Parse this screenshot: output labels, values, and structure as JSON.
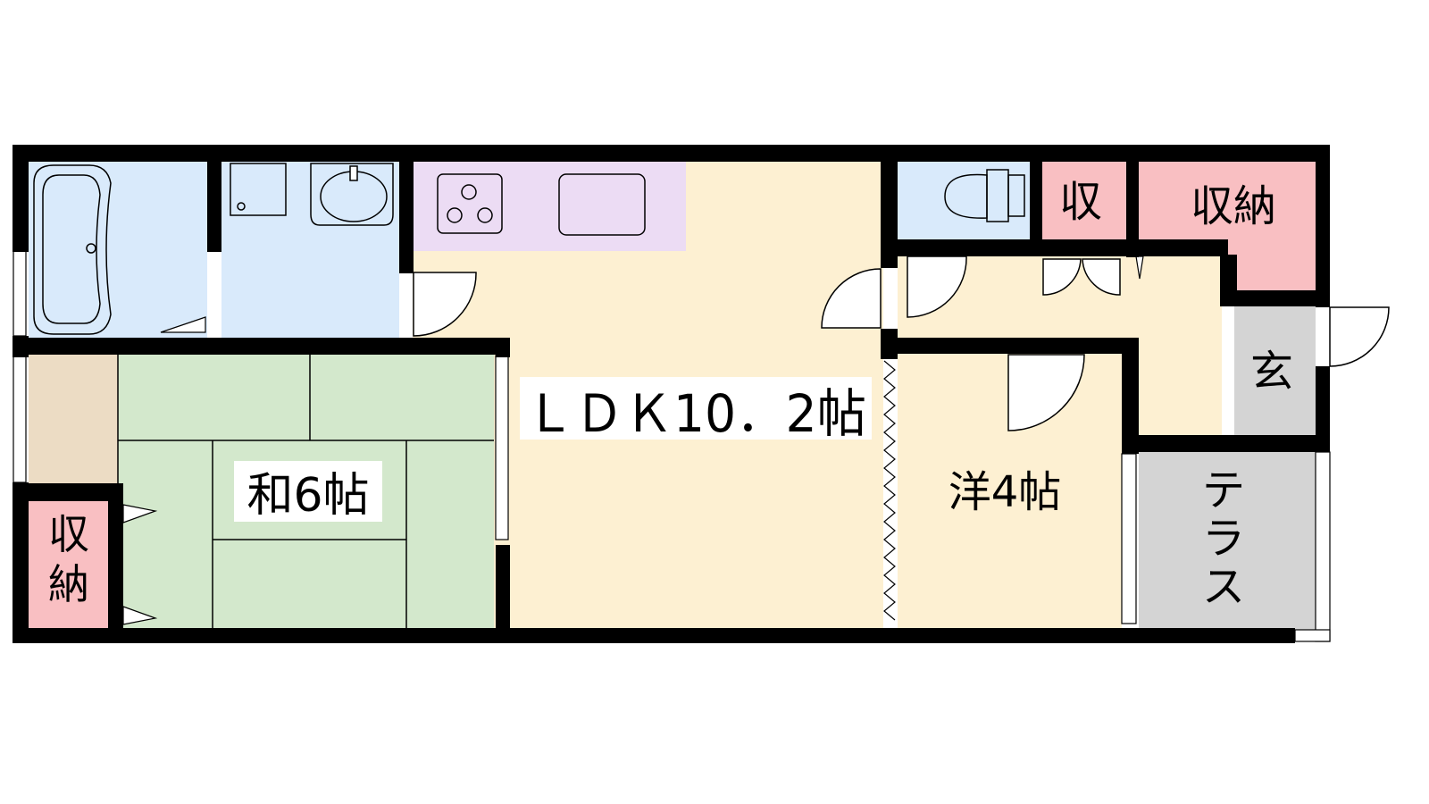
{
  "rooms": {
    "ldk": "ＬＤＫ10．2帖",
    "washitsu": "和6帖",
    "yoshitsu": "洋4帖",
    "storage_left_1": "収",
    "storage_left_2": "納",
    "storage_small": "収",
    "storage_top": "収納",
    "entrance": "玄",
    "terrace_1": "テ",
    "terrace_2": "ラ",
    "terrace_3": "ス"
  },
  "colors": {
    "wall": "#000000",
    "ldk": "#fdf0d2",
    "tatami": "#d3e8cc",
    "wet_area": "#d9eafb",
    "kitchen": "#ecdcf4",
    "storage": "#f9bfc2",
    "tokonoma": "#ecdcc4",
    "gray": "#d4d4d4"
  }
}
